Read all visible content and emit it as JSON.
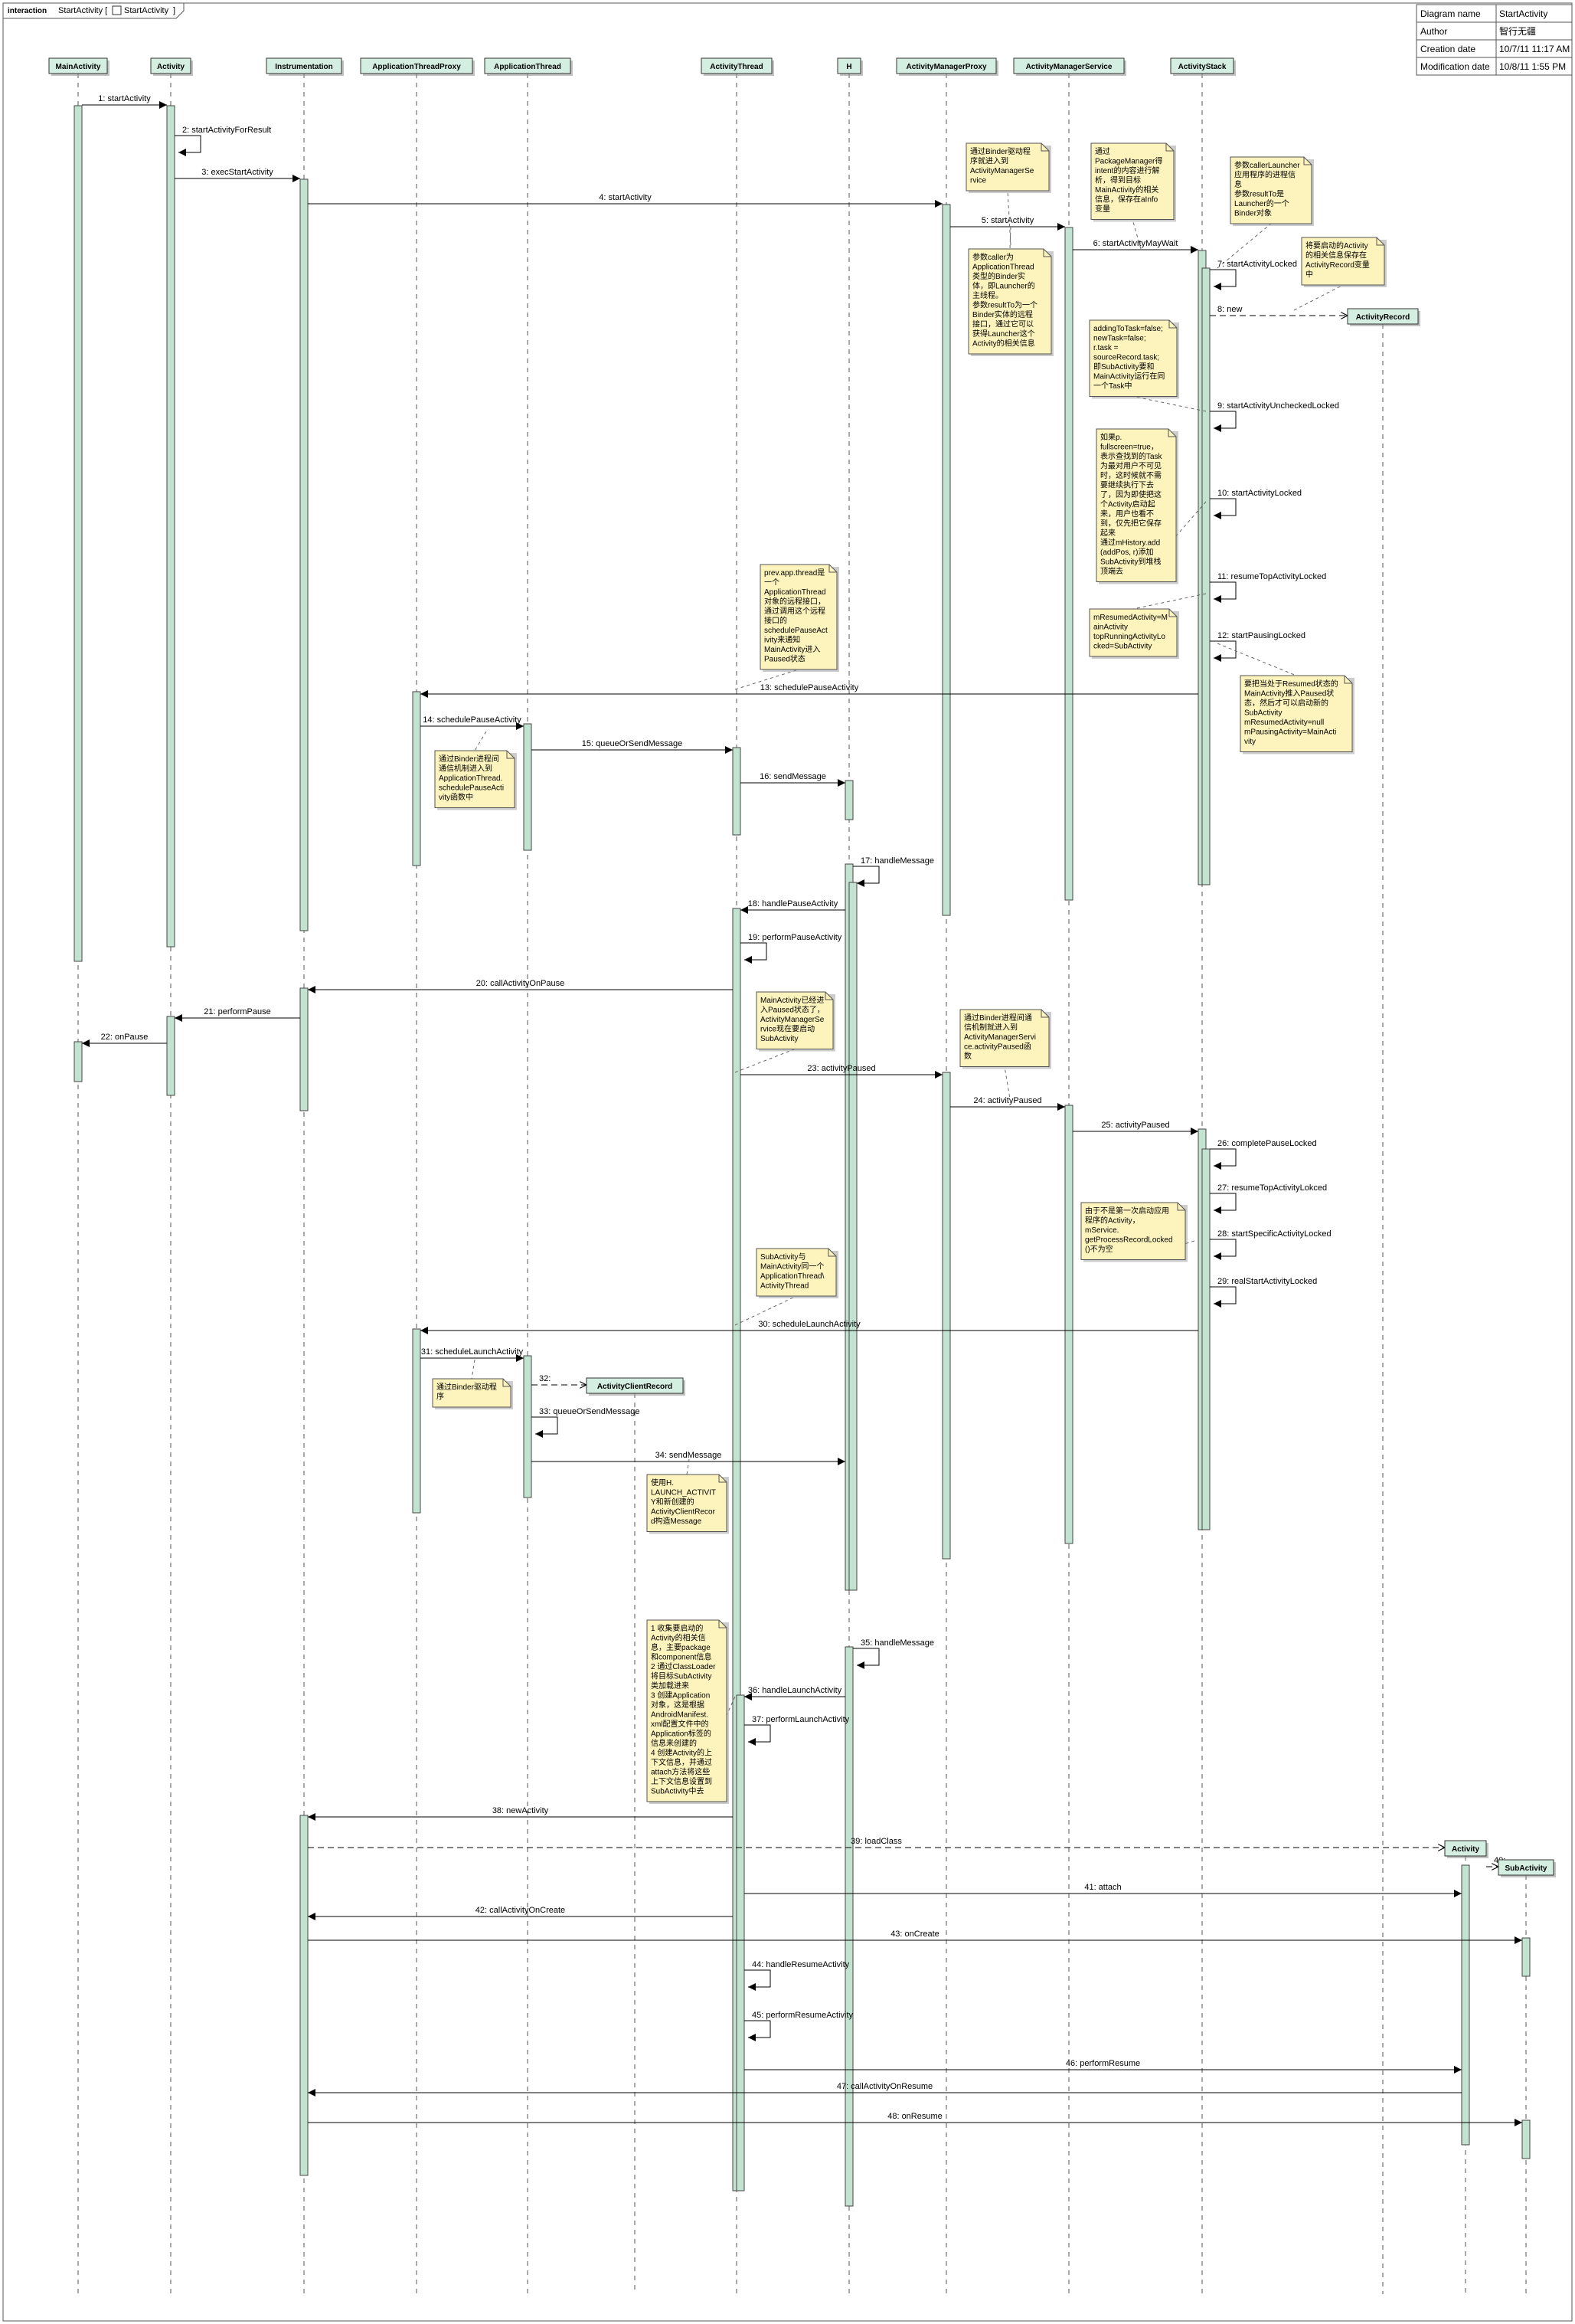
{
  "frame": {
    "keyword": "interaction",
    "title_prefix": "StartActivity [",
    "title_name": "StartActivity",
    "title_suffix": "]"
  },
  "properties": [
    {
      "key": "Diagram name",
      "value": "StartActivity"
    },
    {
      "key": "Author",
      "value": "智行无疆"
    },
    {
      "key": "Creation date",
      "value": "10/7/11 11:17 AM"
    },
    {
      "key": "Modification date",
      "value": "10/8/11 1:55 PM"
    }
  ],
  "lifelines": [
    {
      "id": "MainActivity",
      "label": "MainActivity"
    },
    {
      "id": "Activity",
      "label": "Activity"
    },
    {
      "id": "Instrumentation",
      "label": "Instrumentation"
    },
    {
      "id": "ApplicationThreadProxy",
      "label": "ApplicationThreadProxy"
    },
    {
      "id": "ApplicationThread",
      "label": "ApplicationThread"
    },
    {
      "id": "ActivityThread",
      "label": "ActivityThread"
    },
    {
      "id": "H",
      "label": "H"
    },
    {
      "id": "ActivityManagerProxy",
      "label": "ActivityManagerProxy"
    },
    {
      "id": "ActivityManagerService",
      "label": "ActivityManagerService"
    },
    {
      "id": "ActivityStack",
      "label": "ActivityStack"
    },
    {
      "id": "ActivityRecord",
      "label": "ActivityRecord"
    },
    {
      "id": "ActivityClientRecord",
      "label": "ActivityClientRecord"
    },
    {
      "id": "ActivityObj",
      "label": "Activity"
    },
    {
      "id": "SubActivity",
      "label": "SubActivity"
    }
  ],
  "messages": [
    {
      "n": 1,
      "label": "1: startActivity"
    },
    {
      "n": 2,
      "label": "2: startActivityForResult"
    },
    {
      "n": 3,
      "label": "3: execStartActivity"
    },
    {
      "n": 4,
      "label": "4: startActivity"
    },
    {
      "n": 5,
      "label": "5: startActivity"
    },
    {
      "n": 6,
      "label": "6: startActivityMayWait"
    },
    {
      "n": 7,
      "label": "7: startActivityLocked"
    },
    {
      "n": 8,
      "label": "8: new"
    },
    {
      "n": 9,
      "label": "9: startActivityUncheckedLocked"
    },
    {
      "n": 10,
      "label": "10: startActivityLocked"
    },
    {
      "n": 11,
      "label": "11: resumeTopActivityLocked"
    },
    {
      "n": 12,
      "label": "12: startPausingLocked"
    },
    {
      "n": 13,
      "label": "13: schedulePauseActivity"
    },
    {
      "n": 14,
      "label": "14: schedulePauseActivity"
    },
    {
      "n": 15,
      "label": "15: queueOrSendMessage"
    },
    {
      "n": 16,
      "label": "16: sendMessage"
    },
    {
      "n": 17,
      "label": "17: handleMessage"
    },
    {
      "n": 18,
      "label": "18: handlePauseActivity"
    },
    {
      "n": 19,
      "label": "19: performPauseActivity"
    },
    {
      "n": 20,
      "label": "20: callActivityOnPause"
    },
    {
      "n": 21,
      "label": "21: performPause"
    },
    {
      "n": 22,
      "label": "22: onPause"
    },
    {
      "n": 23,
      "label": "23: activityPaused"
    },
    {
      "n": 24,
      "label": "24: activityPaused"
    },
    {
      "n": 25,
      "label": "25: activityPaused"
    },
    {
      "n": 26,
      "label": "26: completePauseLocked"
    },
    {
      "n": 27,
      "label": "27: resumeTopActivityLokced"
    },
    {
      "n": 28,
      "label": "28: startSpecificActivityLocked"
    },
    {
      "n": 29,
      "label": "29: realStartActivityLocked"
    },
    {
      "n": 30,
      "label": "30: scheduleLaunchActivity"
    },
    {
      "n": 31,
      "label": "31: scheduleLaunchActivity"
    },
    {
      "n": 32,
      "label": "32:"
    },
    {
      "n": 33,
      "label": "33: queueOrSendMessage"
    },
    {
      "n": 34,
      "label": "34: sendMessage"
    },
    {
      "n": 35,
      "label": "35: handleMessage"
    },
    {
      "n": 36,
      "label": "36: handleLaunchActivity"
    },
    {
      "n": 37,
      "label": "37: performLaunchActivity"
    },
    {
      "n": 38,
      "label": "38: newActivity"
    },
    {
      "n": 39,
      "label": "39: loadClass"
    },
    {
      "n": 40,
      "label": "40:"
    },
    {
      "n": 41,
      "label": "41: attach"
    },
    {
      "n": 42,
      "label": "42: callActivityOnCreate"
    },
    {
      "n": 43,
      "label": "43: onCreate"
    },
    {
      "n": 44,
      "label": "44: handleResumeActivity"
    },
    {
      "n": 45,
      "label": "45: performResumeActivity"
    },
    {
      "n": 46,
      "label": "46: performResume"
    },
    {
      "n": 47,
      "label": "47: callActivityOnResume"
    },
    {
      "n": 48,
      "label": "48: onResume"
    }
  ],
  "notes": [
    {
      "id": "n1",
      "lines": [
        "通过Binder驱动程",
        "序就进入到",
        "ActivityManagerSe",
        "rvice"
      ]
    },
    {
      "id": "n2",
      "lines": [
        "通过",
        "PackageManager得",
        "intent的内容进行解",
        "析，得到目标",
        "MainActivity的相关",
        "信息，保存在aInfo",
        "变量"
      ]
    },
    {
      "id": "n3",
      "lines": [
        "参数callerLauncher",
        "应用程序的进程信",
        "息",
        "参数resultTo是",
        "Launcher的一个",
        "Binder对象"
      ]
    },
    {
      "id": "n4",
      "lines": [
        "参数caller为",
        "ApplicationThread",
        "类型的Binder实",
        "体，即Launcher的",
        "主线程。",
        "参数resultTo为一个",
        "Binder实体的远程",
        "接口，通过它可以",
        "获得Launcher这个",
        "Activity的相关信息"
      ]
    },
    {
      "id": "n5",
      "lines": [
        "将要启动的Activity",
        "的相关信息保存在",
        "ActivityRecord变量",
        "中"
      ]
    },
    {
      "id": "n6",
      "lines": [
        "addingToTask=false;",
        "newTask=false;",
        "r.task =",
        "sourceRecord.task;",
        "即SubActivity要和",
        "MainActivity运行在同",
        "一个Task中"
      ]
    },
    {
      "id": "n7",
      "lines": [
        "如果p.",
        "fullscreen=true，",
        "表示查找到的Task",
        "为最对用户不可见",
        "时，这时候就不需",
        "要继续执行下去",
        "了，因为即使把这",
        "个Activity启动起",
        "来，用户也看不",
        "到，仅先把它保存",
        "起来",
        "通过mHistory.add",
        "(addPos, r)添加",
        "SubActivity到堆栈",
        "顶端去"
      ]
    },
    {
      "id": "n8",
      "lines": [
        "prev.app.thread是",
        "一个",
        "ApplicationThread",
        "对象的远程接口，",
        "通过调用这个远程",
        "接口的",
        "schedulePauseAct",
        "ivity来通知",
        "MainActivity进入",
        "Paused状态"
      ]
    },
    {
      "id": "n9",
      "lines": [
        "mResumedActivity=M",
        "ainActivity",
        "topRunningActivityLo",
        "cked=SubActivity"
      ]
    },
    {
      "id": "n10",
      "lines": [
        "要把当处于Resumed状态的",
        "MainActivity推入Paused状",
        "态，然后才可以启动新的",
        "SubActivity",
        "mResumedActivity=null",
        "mPausingActivity=MainActi",
        "vity"
      ]
    },
    {
      "id": "n11",
      "lines": [
        "通过Binder进程间",
        "通信机制进入到",
        "ApplicationThread.",
        "schedulePauseActi",
        "vity函数中"
      ]
    },
    {
      "id": "n12",
      "lines": [
        "MainActivity已经进",
        "入Paused状态了，",
        "ActivityManagerSe",
        "rvice现在要启动",
        "SubActivity"
      ]
    },
    {
      "id": "n13",
      "lines": [
        "通过Binder进程间通",
        "信机制就进入到",
        "ActivityManagerServi",
        "ce.activityPaused函",
        "数"
      ]
    },
    {
      "id": "n14",
      "lines": [
        "由于不是第一次启动应用",
        "程序的Activity，",
        "mService.",
        "getProcessRecordLocked",
        "()不为空"
      ]
    },
    {
      "id": "n15",
      "lines": [
        "SubActivity与",
        "MainActivity同一个",
        "ApplicationThread\\",
        "ActivityThread"
      ]
    },
    {
      "id": "n16",
      "lines": [
        "通过Binder驱动程",
        "序"
      ]
    },
    {
      "id": "n17",
      "lines": [
        "使用H.",
        "LAUNCH_ACTIVIT",
        "Y和新创建的",
        "ActivityClientRecor",
        "d构造Message"
      ]
    },
    {
      "id": "n18",
      "lines": [
        "1 收集要启动的",
        "Activity的相关信",
        "息，主要package",
        "和component信息",
        "2 通过ClassLoader",
        "将目标SubActivity",
        "类加载进来",
        "3 创建Application",
        "对象，这是根据",
        "AndroidManifest.",
        "xml配置文件中的",
        "Application标签的",
        "信息来创建的",
        "4 创建Activity的上",
        "下文信息，并通过",
        "attach方法将这些",
        "上下文信息设置到",
        "SubActivity中去"
      ]
    }
  ]
}
